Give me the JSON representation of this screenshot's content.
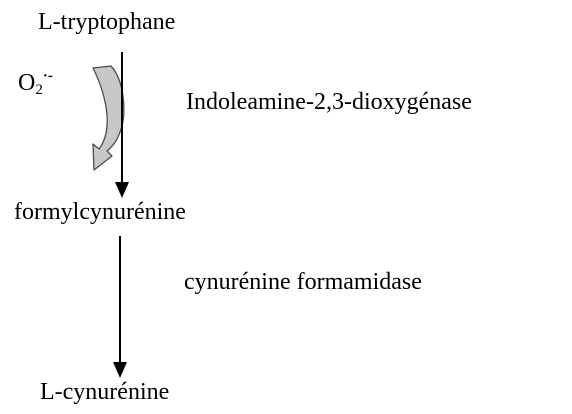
{
  "pathway": {
    "substrate": "L-tryptophane",
    "intermediate": "formylcynurénine",
    "product": "L-cynurénine",
    "enzyme_1": "Indoleamine-2,3-dioxygénase",
    "enzyme_2": "cynurénine formamidase",
    "cofactor": {
      "base": "O",
      "subscript": "2",
      "superscript": "·-"
    }
  },
  "colors": {
    "text": "#000000",
    "arrow": "#000000",
    "cofactor_arrow_fill": "#c8c8c8",
    "cofactor_arrow_outline": "#4d4d4d"
  }
}
